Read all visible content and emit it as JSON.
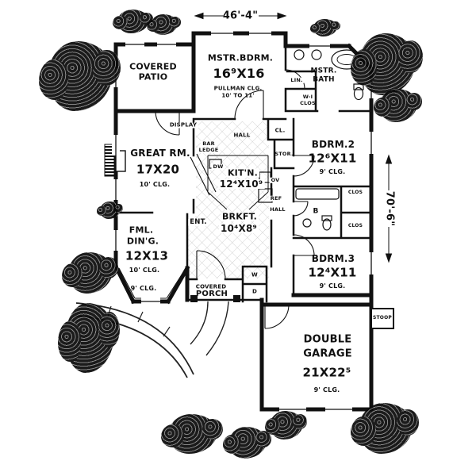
{
  "dims": {
    "width": "46'-4\"",
    "height": "70'-6\""
  },
  "rooms": {
    "covered_patio": {
      "l1": "COVERED",
      "l2": "PATIO"
    },
    "master_bedroom": {
      "name": "MSTR.BDRM.",
      "size": "16⁹X16",
      "clg1": "PULLMAN CLG.",
      "clg2": "10' TO 11'"
    },
    "master_bath": {
      "l1": "MSTR.",
      "l2": "BATH"
    },
    "great_room": {
      "name": "GREAT RM.",
      "size": "17X20",
      "clg": "10' CLG."
    },
    "kitchen": {
      "name": "KIT'N.",
      "size": "12⁴X10⁹"
    },
    "breakfast": {
      "name": "BRKFT.",
      "size": "10⁴X8⁹"
    },
    "bedroom2": {
      "name": "BDRM.2",
      "size": "12⁶X11",
      "clg": "9' CLG."
    },
    "bedroom3": {
      "name": "BDRM.3",
      "size": "12⁴X11",
      "clg": "9' CLG."
    },
    "formal_dining": {
      "l1": "FML.",
      "l2": "DIN'G.",
      "size": "12X13",
      "clg": "10' CLG.",
      "bay_clg": "9' CLG."
    },
    "garage": {
      "l1": "DOUBLE",
      "l2": "GARAGE",
      "size": "21X22⁵",
      "clg": "9' CLG."
    },
    "covered_porch": {
      "l1": "COVERED",
      "l2": "PORCH"
    },
    "entry": {
      "name": "ENT."
    },
    "stoop": {
      "name": "STOOP"
    }
  },
  "labels": {
    "display": "DISPLAY",
    "bar1": "BAR",
    "bar2": "LEDGE",
    "hall_upper": "HALL",
    "hall_lower": "HALL",
    "cl": "CL.",
    "stor": "STOR.",
    "linen": "LIN.",
    "wi1": "W-I",
    "wi2": "CLOS",
    "clos_a": "CLOS",
    "clos_b": "CLOS",
    "bath2": "B",
    "dw": "DW",
    "ov": "OV",
    "ref": "REF",
    "washer": "W",
    "dryer": "D"
  }
}
